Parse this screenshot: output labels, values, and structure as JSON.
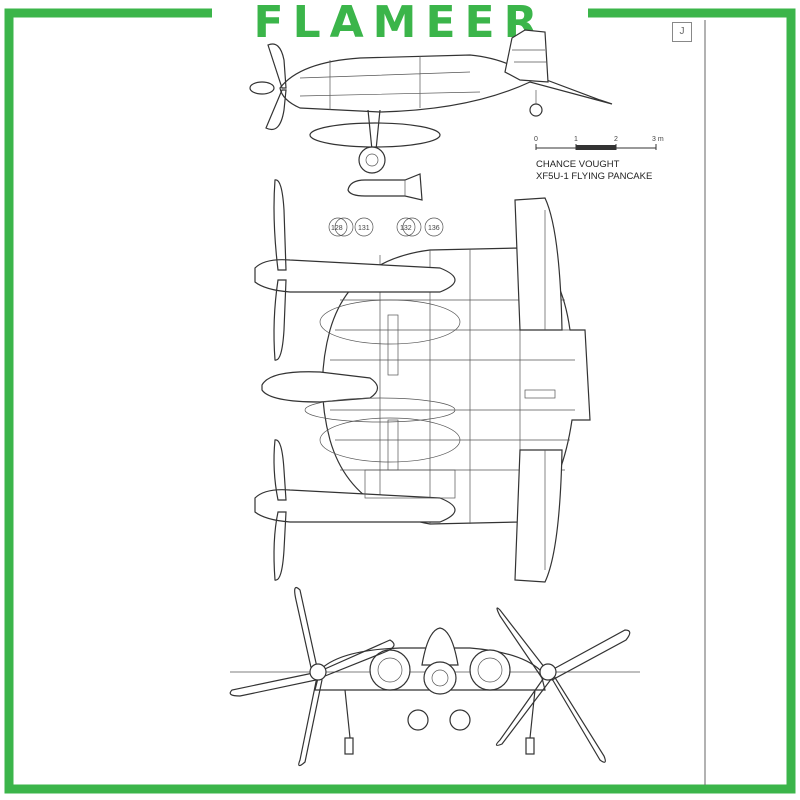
{
  "brand": {
    "text": "FLAMEER",
    "color": "#3bb54a"
  },
  "drawing": {
    "caption_line1": "CHANCE VOUGHT",
    "caption_line2": "XF5U-1 FLYING PANCAKE",
    "corner_tag": "J",
    "scale_labels": [
      "0",
      "1",
      "2",
      "3 m"
    ],
    "bomb_markers": [
      "128",
      "131",
      "132",
      "136"
    ]
  },
  "colors": {
    "frame": "#3bb54a",
    "line": "#333333",
    "background": "#ffffff"
  }
}
